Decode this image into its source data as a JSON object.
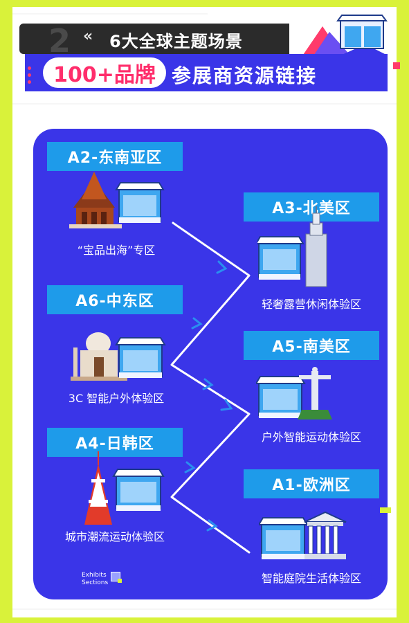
{
  "header": {
    "number": "2",
    "chevrons": "«",
    "title": "6大全球主题场景",
    "highlight": "100+品牌",
    "subtitle": "参展商资源链接"
  },
  "regions": [
    {
      "tag": "A2-东南亚区",
      "caption": "“宝品出海”专区",
      "icon": "thai-temple-icon"
    },
    {
      "tag": "A3-北美区",
      "caption": "轻奢露营休闲体验区",
      "icon": "empire-state-icon"
    },
    {
      "tag": "A6-中东区",
      "caption": "3C 智能户外体验区",
      "icon": "taj-mahal-icon"
    },
    {
      "tag": "A5-南美区",
      "caption": "户外智能运动体验区",
      "icon": "christ-redeemer-icon"
    },
    {
      "tag": "A4-日韩区",
      "caption": "城市潮流运动体验区",
      "icon": "tokyo-tower-icon"
    },
    {
      "tag": "A1-欧洲区",
      "caption": "智能庭院生活体验区",
      "icon": "greek-temple-icon"
    }
  ],
  "footer": {
    "line1": "Exhibits",
    "line2": "Sections"
  },
  "colors": {
    "frame": "#d9f23a",
    "panel": "#3a35e8",
    "tag": "#1e9bea",
    "highlight": "#ff2d6b",
    "header_dark": "#2b2b2b"
  }
}
